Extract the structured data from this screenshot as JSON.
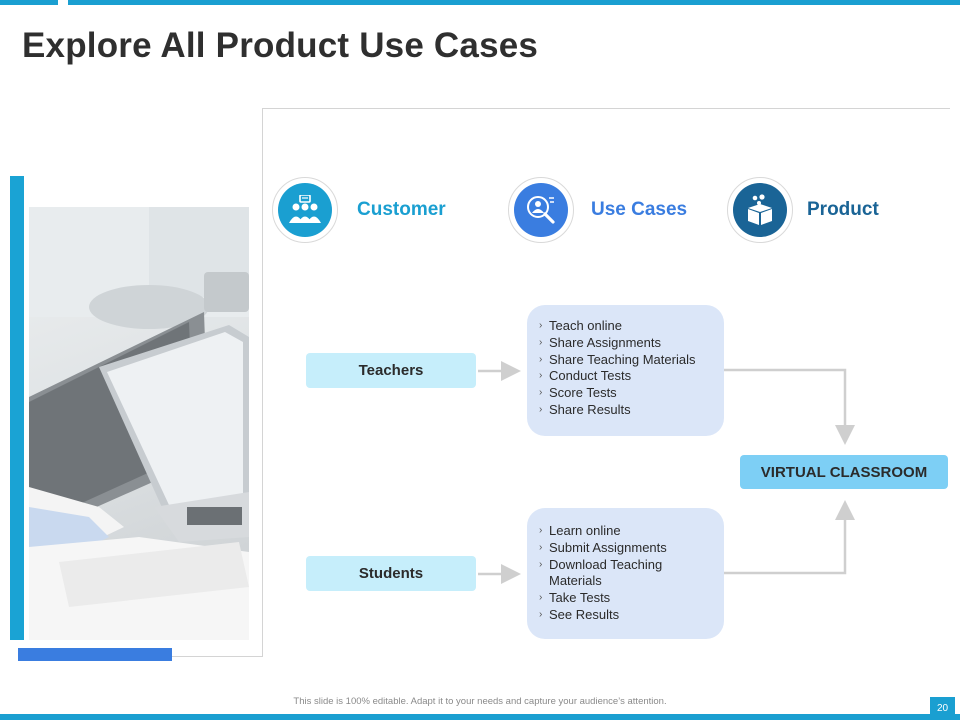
{
  "title": "Explore All Product Use Cases",
  "headers": [
    {
      "label": "Customer",
      "icon": "people-basket-icon",
      "color": "#1a9fd1"
    },
    {
      "label": "Use Cases",
      "icon": "magnifier-person-icon",
      "color": "#3a7de0"
    },
    {
      "label": "Product",
      "icon": "box-icon",
      "color": "#1a6496"
    }
  ],
  "roles": [
    {
      "label": "Teachers",
      "use_cases": [
        "Teach online",
        "Share Assignments",
        "Share Teaching Materials",
        "Conduct Tests",
        "Score Tests",
        "Share Results"
      ]
    },
    {
      "label": "Students",
      "use_cases": [
        "Learn online",
        "Submit Assignments",
        "Download Teaching Materials",
        "Take Tests",
        "See Results"
      ]
    }
  ],
  "product": "VIRTUAL CLASSROOM",
  "footer": "This slide is 100% editable. Adapt it to your needs and capture your audience’s attention.",
  "page_number": "20",
  "colors": {
    "accent": "#1a9fd1",
    "blue": "#3a7de0",
    "navy": "#1a6496",
    "role_fill": "#c6eefb",
    "usecase_fill": "#dbe6f8",
    "product_fill": "#7dcff5"
  }
}
